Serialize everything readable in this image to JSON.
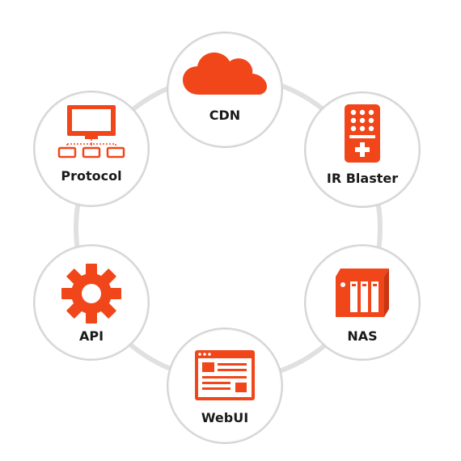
{
  "accent_color": "#f0461a",
  "ring_color": "#e0e0e0",
  "nodes": [
    {
      "label": "CDN",
      "icon": "cloud-icon"
    },
    {
      "label": "IR Blaster",
      "icon": "remote-control-icon"
    },
    {
      "label": "NAS",
      "icon": "nas-storage-icon"
    },
    {
      "label": "WebUI",
      "icon": "browser-window-icon"
    },
    {
      "label": "API",
      "icon": "gear-icon"
    },
    {
      "label": "Protocol",
      "icon": "network-monitor-icon"
    }
  ]
}
